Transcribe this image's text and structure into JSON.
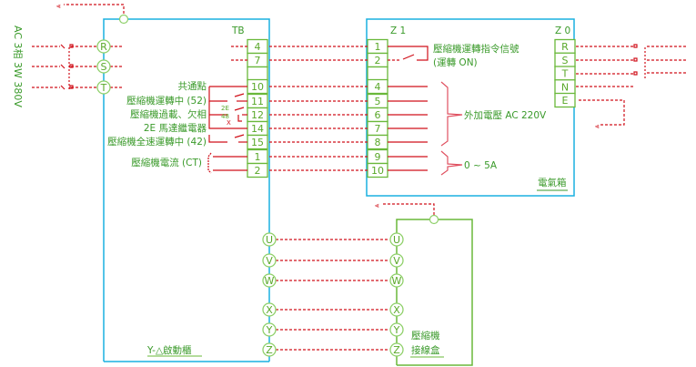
{
  "diagram": {
    "supply_label": "AC 3相 3W 380V",
    "panel_left": {
      "title": "Y-△啟動櫃",
      "terminal_block_label": "TB",
      "input_terminals": [
        "R",
        "S",
        "T"
      ],
      "motor_terminals": [
        "U",
        "V",
        "W",
        "X",
        "Y",
        "Z"
      ],
      "tb_terminals": [
        "4",
        "7",
        "",
        "10",
        "11",
        "12",
        "14",
        "15",
        "1",
        "2"
      ]
    },
    "signals": [
      {
        "label": "共通點",
        "terminal": "10"
      },
      {
        "label": "壓縮機運轉中 (52)",
        "terminal": "11"
      },
      {
        "label": "壓縮機過載、欠相",
        "terminal": "12"
      },
      {
        "label": "2E 馬達繼電器",
        "terminal": "14"
      },
      {
        "label": "壓縮機全速運轉中 (42)",
        "terminal": "15"
      },
      {
        "label": "壓縮機電流 (CT)",
        "terminal": "1-2"
      }
    ],
    "relay_marks": {
      "top": "2E",
      "middle": "48",
      "bottom": "X"
    },
    "panel_right": {
      "title": "電氣箱",
      "z1_label": "Z 1",
      "z0_label": "Z 0",
      "z1_terminals": [
        "1",
        "2",
        "",
        "4",
        "5",
        "6",
        "7",
        "8",
        "9",
        "10"
      ],
      "z0_terminals": [
        "R",
        "S",
        "T",
        "N",
        "E"
      ],
      "run_command_label": "壓縮機運轉指令信號",
      "run_command_sub": "(運轉 ON)",
      "external_voltage_label": "外加電壓 AC 220V",
      "current_label": "0 ~ 5A"
    },
    "compressor_box": {
      "title_line1": "壓縮機",
      "title_line2": "接線盒",
      "terminals": [
        "U",
        "V",
        "W",
        "X",
        "Y",
        "Z"
      ]
    },
    "colors": {
      "panel_border": "#1ab0e0",
      "terminal_green": "#6ab83a",
      "text_green": "#3a9a2a",
      "wire_red": "#d0101a"
    }
  }
}
